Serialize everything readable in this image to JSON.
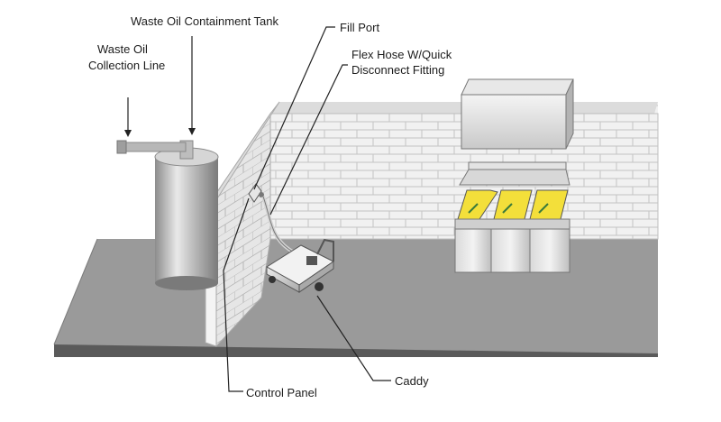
{
  "labels": {
    "waste_oil_collection_line": [
      "Waste Oil",
      "Collection Line"
    ],
    "waste_oil_containment_tank": "Waste Oil Containment Tank",
    "fill_port": "Fill Port",
    "flex_hose": [
      "Flex Hose W/Quick",
      "Disconnect Fitting"
    ],
    "caddy": "Caddy",
    "control_panel": "Control Panel"
  },
  "colors": {
    "floor_top": "#9a9a9a",
    "floor_edge": "#5a5a5a",
    "wall_face": "#f1f1f1",
    "brick_line": "#c4c4c4",
    "fryer_oil": "#f3df3a",
    "leader_line": "#222222"
  }
}
